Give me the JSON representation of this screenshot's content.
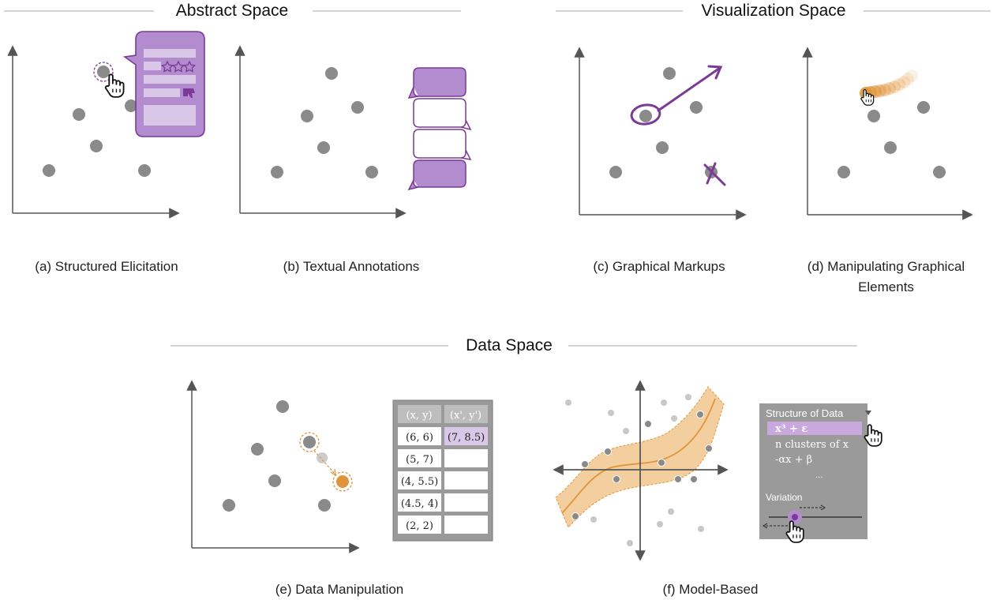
{
  "sections": {
    "abstract": "Abstract Space",
    "visualization": "Visualization Space",
    "data": "Data Space"
  },
  "captions": {
    "a": "(a) Structured Elicitation",
    "b": "(b) Textual Annotations",
    "c": "(c) Graphical Markups",
    "d_line1": "(d) Manipulating Graphical",
    "d_line2": "Elements",
    "e": "(e) Data Manipulation",
    "f": "(f) Model-Based"
  },
  "table": {
    "headers": [
      "(x, y)",
      "(x', y')"
    ],
    "rows": [
      [
        "(6, 6)",
        "(7, 8.5)"
      ],
      [
        "(5, 7)",
        ""
      ],
      [
        "(4, 5.5)",
        ""
      ],
      [
        "(4.5, 4)",
        ""
      ],
      [
        "(2, 2)",
        ""
      ]
    ]
  },
  "model_panel": {
    "title": "Structure of Data",
    "options": [
      "x³ + ε",
      "n clusters of x",
      "-αx + β",
      "..."
    ],
    "variation_label": "Variation"
  },
  "colors": {
    "point": "#8a8a8a",
    "purple": "#7a3a96",
    "purple_light": "#b38ccf",
    "orange": "#e0953a",
    "band": "#f3cfa0",
    "panel": "#9a9a9a"
  },
  "icons": [
    "hand-pointer-icon",
    "star-icon",
    "thumbs-down-icon",
    "speech-bubble-icon",
    "dropdown-triangle-icon"
  ]
}
